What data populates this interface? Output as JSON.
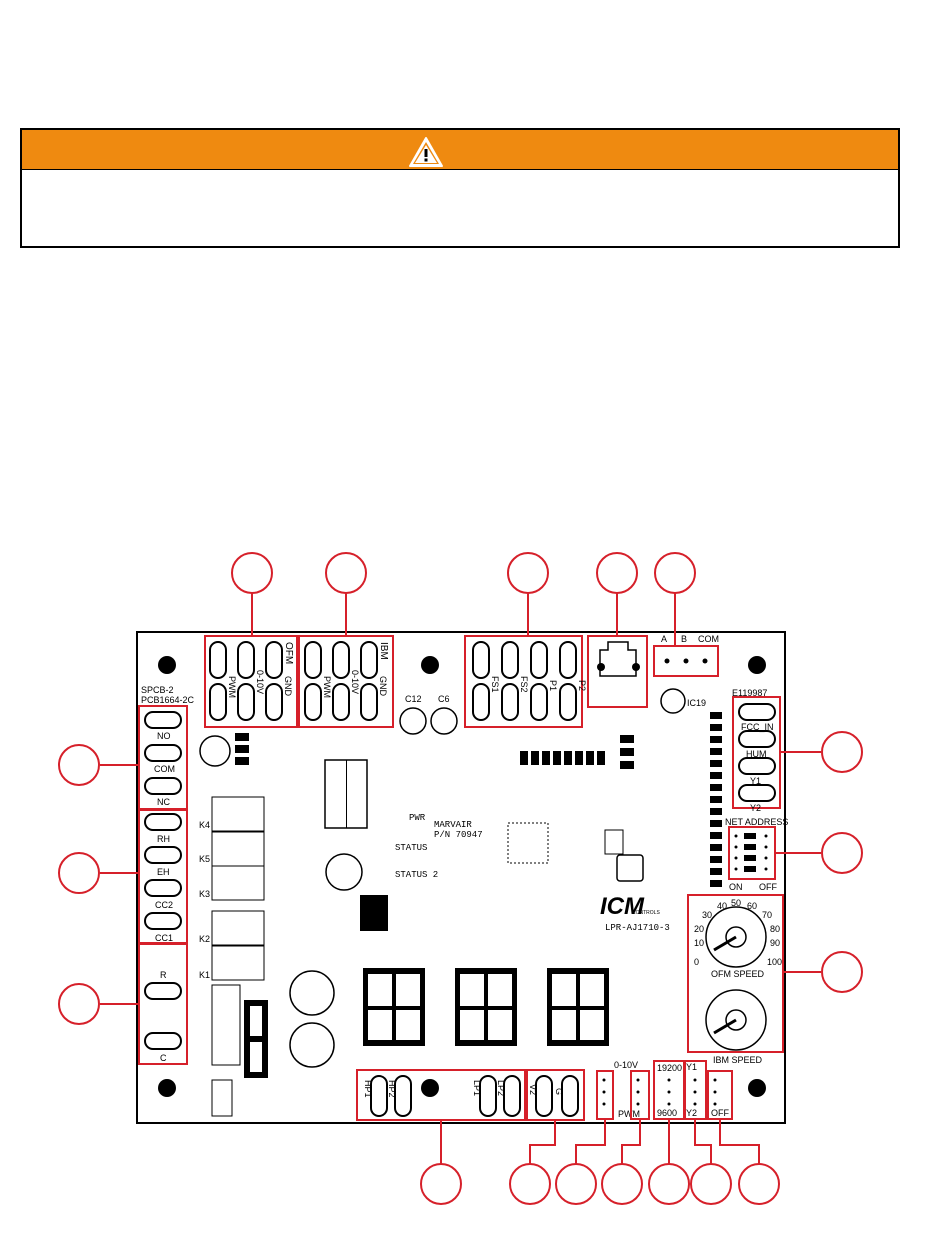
{
  "warning": {
    "icon": "warning-triangle-icon"
  },
  "colors": {
    "callout_red": "#d6202a",
    "warning_orange": "#ef8a10"
  },
  "board": {
    "model_top": "SPCB-2",
    "model_bottom": "PCB1664-2C",
    "brand_line1": "MARVAIR",
    "brand_line2": "P/N 70947",
    "part_number": "LPR-AJ1710-3",
    "logo": "ICM",
    "logo_sub": "CONTROLS",
    "ul_cert": "E119987",
    "status1": "STATUS",
    "status2": "STATUS 2",
    "pwr": "PWR",
    "ofm_header": "OFM",
    "ofm_pins": [
      "PWM",
      "0-10V",
      "GND"
    ],
    "ibm_header": "IBM",
    "ibm_pins": [
      "PWM",
      "0-10V",
      "GND"
    ],
    "fs_pins": [
      "FS1",
      "FS2",
      "P1",
      "P2"
    ],
    "comm_labels": [
      "A",
      "B",
      "COM"
    ],
    "right_terms": [
      "FCC_IN",
      "HUM",
      "Y1",
      "Y2"
    ],
    "net_address": "NET ADDRESS",
    "dip_on": "ON",
    "dip_off": "OFF",
    "left_terms_relay": [
      "NO",
      "COM",
      "NC"
    ],
    "left_terms_heat": [
      "RH",
      "EH",
      "CC2",
      "CC1"
    ],
    "left_terms_power": [
      "R",
      "C"
    ],
    "ofm_speed": "OFM SPEED",
    "ibm_speed": "IBM SPEED",
    "dial_ticks": [
      "0",
      "10",
      "20",
      "30",
      "40",
      "50",
      "60",
      "70",
      "80",
      "90",
      "100"
    ],
    "bottom_terms": [
      "HP1",
      "HP2",
      "LP1",
      "LP2",
      "V2",
      "G"
    ],
    "jumper_010v": "0-10V",
    "jumper_pwm": "PWM",
    "baud_high": "19200",
    "baud_low": "9600",
    "y_jumper": [
      "Y1",
      "Y2"
    ],
    "off_label": "OFF",
    "relays": [
      "K4",
      "K5",
      "K3",
      "K2",
      "K1"
    ]
  }
}
